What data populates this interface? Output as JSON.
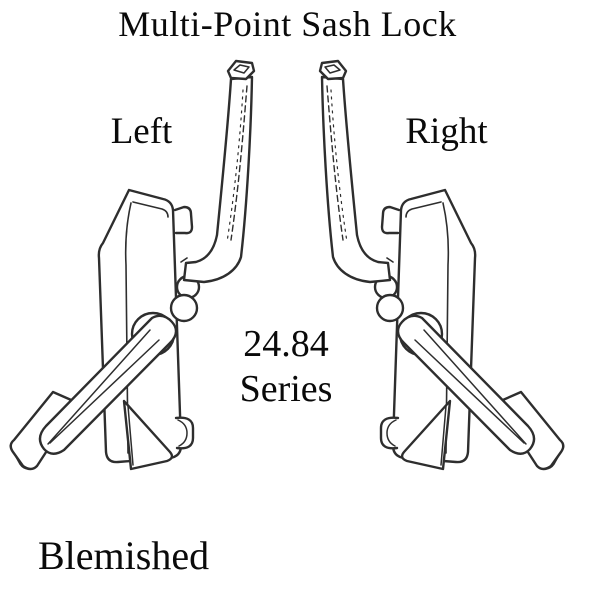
{
  "theme": {
    "background": "#ffffff",
    "ink": "#2e2e2e",
    "text_color": "#0a0a0a"
  },
  "product": {
    "title": "Multi-Point Sash Lock",
    "variants": {
      "left": "Left",
      "right": "Right"
    },
    "series": {
      "line1": "24.84",
      "line2": "Series"
    },
    "condition_note": "Blemished"
  }
}
